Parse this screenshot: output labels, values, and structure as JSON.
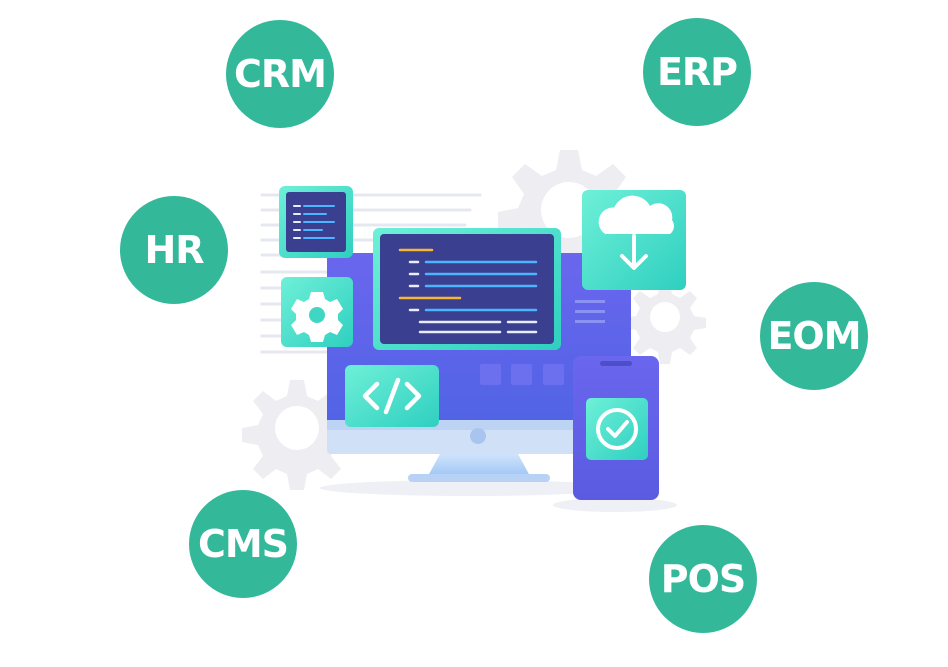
{
  "bubbles": {
    "crm": "CRM",
    "erp": "ERP",
    "hr": "HR",
    "eom": "EOM",
    "cms": "CMS",
    "pos": "POS"
  },
  "colors": {
    "bubble": "#33b89a",
    "teal": "#4fe0c8",
    "screen": "#5b5ee6",
    "code_panel": "#3b3f8f",
    "gear": "#ededf2",
    "accent_yellow": "#f7b733",
    "accent_blue": "#4db4ff"
  },
  "icons": [
    "gear-icon",
    "code-icon",
    "cloud-download-icon",
    "check-icon",
    "monitor-icon",
    "smartphone-icon"
  ]
}
